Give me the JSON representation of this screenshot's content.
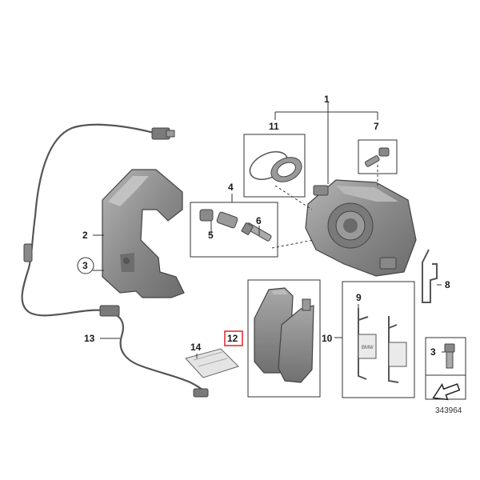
{
  "labels": {
    "l1": "1",
    "l2": "2",
    "l3": "3",
    "l3b": "3",
    "l4": "4",
    "l5": "5",
    "l6": "6",
    "l7": "7",
    "l8": "8",
    "l9": "9",
    "l10": "10",
    "l11": "11",
    "l12": "12",
    "l13": "13",
    "l14": "14"
  },
  "highlight_label": "12",
  "highlight_color": "#e0202a",
  "reference_number": "343964",
  "part_color": "#8e8e8e",
  "part_dark": "#6a6a6a",
  "icons": [
    "brake-pad-wear-sensor",
    "brake-caliper-carrier",
    "brake-caliper",
    "brake-pad-set",
    "anti-rattle-spring",
    "guide-bolt",
    "bleeder-valve",
    "mounting-grease-sachet",
    "direction-arrow"
  ]
}
